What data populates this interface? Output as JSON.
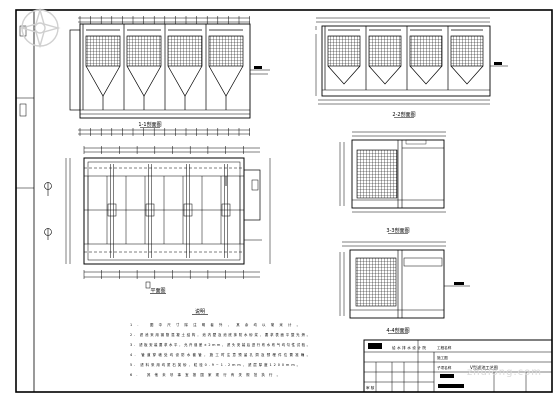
{
  "drawing": {
    "views": {
      "section_top_left": "1-1剖面图",
      "section_top_right": "2-2剖面图",
      "plan": "平面图",
      "section_mid_right": "3-3剖面图",
      "section_bottom_right": "4-4剖面图"
    },
    "notes": {
      "heading": "说明",
      "lines": [
        "1. 图中尺寸除注明者外，其余均以毫米计。",
        "2. 滤池采用钢筋混凝土结构，池内壁及池底抹防水砂浆，要求表面平整光滑。",
        "3. 滤板安装要求水平，允许误差±2mm，滤头安装后进行布水布气均匀性试验。",
        "4. 管道穿墙处均设防水套管，施工时注意预留孔洞及预埋件位置准确。",
        "5. 滤料采用均质石英砂，粒径0.9~1.2mm，滤层厚度1200mm。",
        "6. 其他未尽事宜按国家现行有关规范执行。"
      ]
    },
    "title_block": {
      "drawing_name": "V型滤池工艺图",
      "org": "给水排水设计院",
      "stage": "施工图",
      "row_a": "工程名称",
      "row_b": "子项名称",
      "sign": "审 核"
    },
    "watermark": "zhulong.com",
    "colors": {
      "line": "#000000",
      "background": "#ffffff",
      "watermark": "#d0d0d0"
    }
  }
}
